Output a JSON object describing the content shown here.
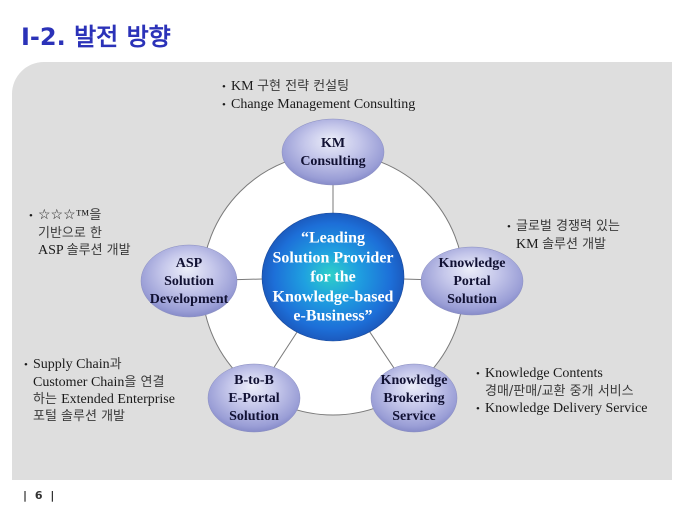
{
  "header": {
    "title": "I-2. 발전 방향"
  },
  "colors": {
    "title": "#2b32b8",
    "panel": "#dedede",
    "ring_fill": "#ffffff",
    "ring_stroke": "#777777",
    "center_sphere": "#1c6fd6",
    "center_highlight": "#2fd0c8",
    "node_sphere": "#a9acde",
    "node_highlight": "#e8eaf8"
  },
  "diagram": {
    "center": {
      "label_lines": [
        "“Leading",
        "Solution Provider",
        "for the",
        "Knowledge-based",
        "e-Business”"
      ]
    },
    "nodes": [
      {
        "id": "km-consulting",
        "label_lines": [
          "KM",
          "Consulting"
        ],
        "notes": [
          {
            "bullet": true,
            "parts": [
              {
                "t": "KM ",
                "ko": false
              },
              {
                "t": "구현 전략 컨설팅",
                "ko": true
              }
            ]
          },
          {
            "bullet": true,
            "parts": [
              {
                "t": "Change Management Consulting",
                "ko": false
              }
            ]
          }
        ]
      },
      {
        "id": "knowledge-portal-solution",
        "label_lines": [
          "Knowledge",
          "Portal",
          "Solution"
        ],
        "notes": [
          {
            "bullet": true,
            "parts": [
              {
                "t": "글로벌 경쟁력 있는",
                "ko": true
              }
            ]
          },
          {
            "bullet": false,
            "parts": [
              {
                "t": "KM ",
                "ko": false
              },
              {
                "t": "솔루션 개발",
                "ko": true
              }
            ]
          }
        ]
      },
      {
        "id": "knowledge-brokering-service",
        "label_lines": [
          "Knowledge",
          "Brokering",
          "Service"
        ],
        "notes": [
          {
            "bullet": true,
            "parts": [
              {
                "t": "Knowledge Contents",
                "ko": false
              }
            ]
          },
          {
            "bullet": false,
            "parts": [
              {
                "t": "경매/판매/교환 중개 서비스",
                "ko": true
              }
            ]
          },
          {
            "bullet": true,
            "parts": [
              {
                "t": "Knowledge Delivery Service",
                "ko": false
              }
            ]
          }
        ]
      },
      {
        "id": "b2b-e-portal-solution",
        "label_lines": [
          "B-to-B",
          "E-Portal",
          "Solution"
        ],
        "notes": [
          {
            "bullet": true,
            "parts": [
              {
                "t": "Supply Chain",
                "ko": false
              },
              {
                "t": "과",
                "ko": true
              }
            ]
          },
          {
            "bullet": false,
            "parts": [
              {
                "t": "Customer Chain",
                "ko": false
              },
              {
                "t": "을 연결",
                "ko": true
              }
            ]
          },
          {
            "bullet": false,
            "parts": [
              {
                "t": "하는 ",
                "ko": true
              },
              {
                "t": "Extended Enterprise",
                "ko": false
              }
            ]
          },
          {
            "bullet": false,
            "parts": [
              {
                "t": "포털 솔루션 개발",
                "ko": true
              }
            ]
          }
        ]
      },
      {
        "id": "asp-solution-development",
        "label_lines": [
          "ASP",
          "Solution",
          "Development"
        ],
        "notes": [
          {
            "bullet": true,
            "parts": [
              {
                "t": "☆☆☆™",
                "ko": false
              },
              {
                "t": "을",
                "ko": true
              }
            ]
          },
          {
            "bullet": false,
            "parts": [
              {
                "t": "기반으로 한",
                "ko": true
              }
            ]
          },
          {
            "bullet": false,
            "parts": [
              {
                "t": "ASP ",
                "ko": false
              },
              {
                "t": "솔루션 개발",
                "ko": true
              }
            ]
          }
        ]
      }
    ]
  },
  "footer": {
    "page_number": "| 6 |"
  }
}
